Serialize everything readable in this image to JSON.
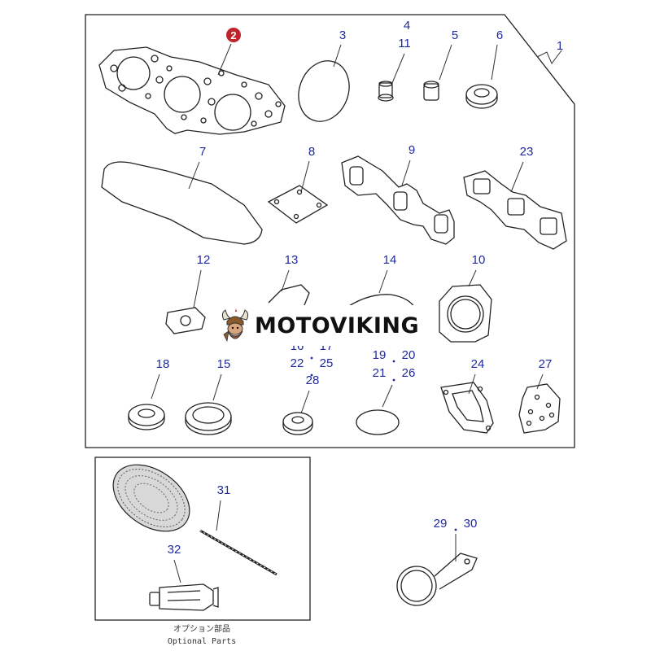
{
  "callouts": {
    "n1": "1",
    "n2": "2",
    "n3": "3",
    "n4": "4",
    "n5": "5",
    "n6": "6",
    "n7": "7",
    "n8": "8",
    "n9": "9",
    "n10": "10",
    "n11": "11",
    "n12": "12",
    "n13": "13",
    "n14": "14",
    "n15": "15",
    "n16": "16",
    "n17": "17",
    "n18": "18",
    "n19": "19",
    "n20": "20",
    "n21": "21",
    "n22": "22",
    "n23": "23",
    "n24": "24",
    "n25": "25",
    "n26": "26",
    "n27": "27",
    "n28": "28",
    "n29": "29",
    "n30": "30",
    "n31": "31",
    "n32": "32"
  },
  "optional_parts": {
    "label_jp": "オプション部品",
    "label_en": "Optional Parts"
  },
  "watermark": {
    "brand": "MOTOVIKING",
    "icon": "viking-head-icon"
  },
  "colors": {
    "callout_blue": "#1f2a9e",
    "highlight_red": "#c0242b",
    "line": "#222222"
  }
}
